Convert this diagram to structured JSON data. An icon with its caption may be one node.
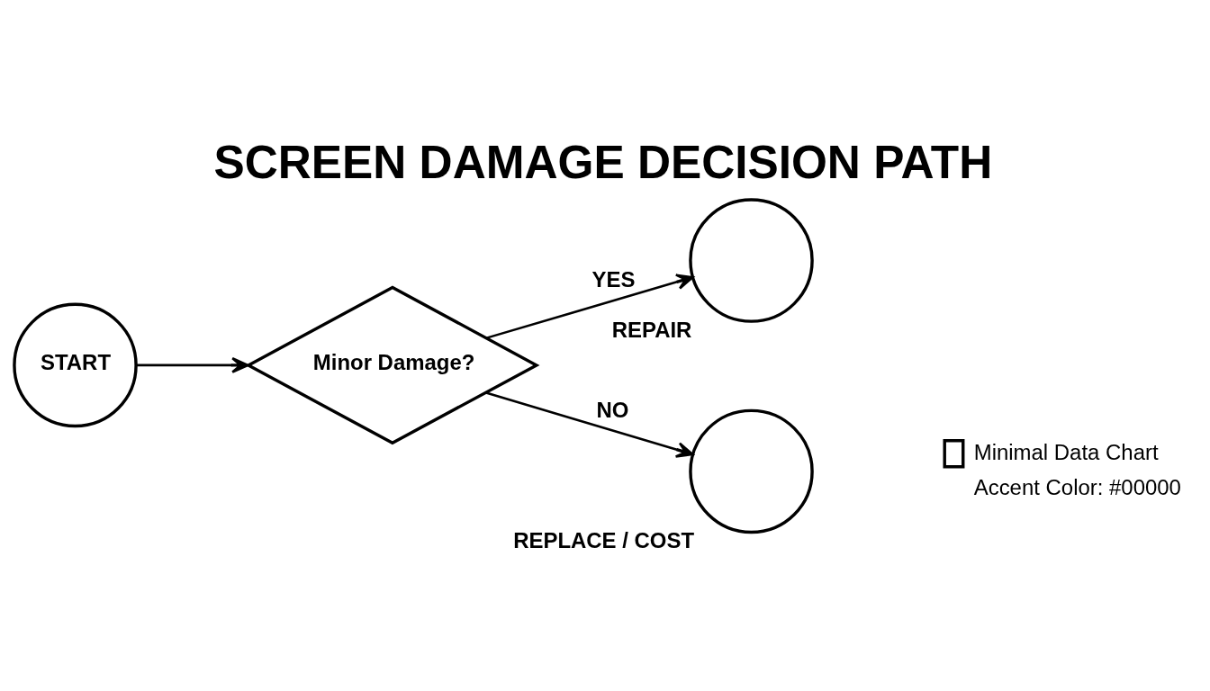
{
  "diagram": {
    "title": "SCREEN DAMAGE DECISION PATH",
    "nodes": [
      {
        "text": [
          "START"
        ]
      },
      {
        "text": [
          "Minor Damage?"
        ]
      },
      {
        "text": [],
        "shape": "circle",
        "beside": [
          "REPAIR"
        ]
      },
      {
        "text": [],
        "shape": "circle",
        "beside": [
          "REPLACE / COST"
        ]
      }
    ],
    "edges": [
      {
        "from": 0,
        "to": 1,
        "arrow": "to"
      },
      {
        "from": 1,
        "to": 2,
        "arrow": "to",
        "label": "YES"
      },
      {
        "from": 1,
        "to": 3,
        "arrow": "to",
        "label": "NO"
      }
    ],
    "labels": [
      "Accent Color: #00000"
    ],
    "legend": [
      {
        "text": "Minimal Data Chart"
      }
    ]
  }
}
